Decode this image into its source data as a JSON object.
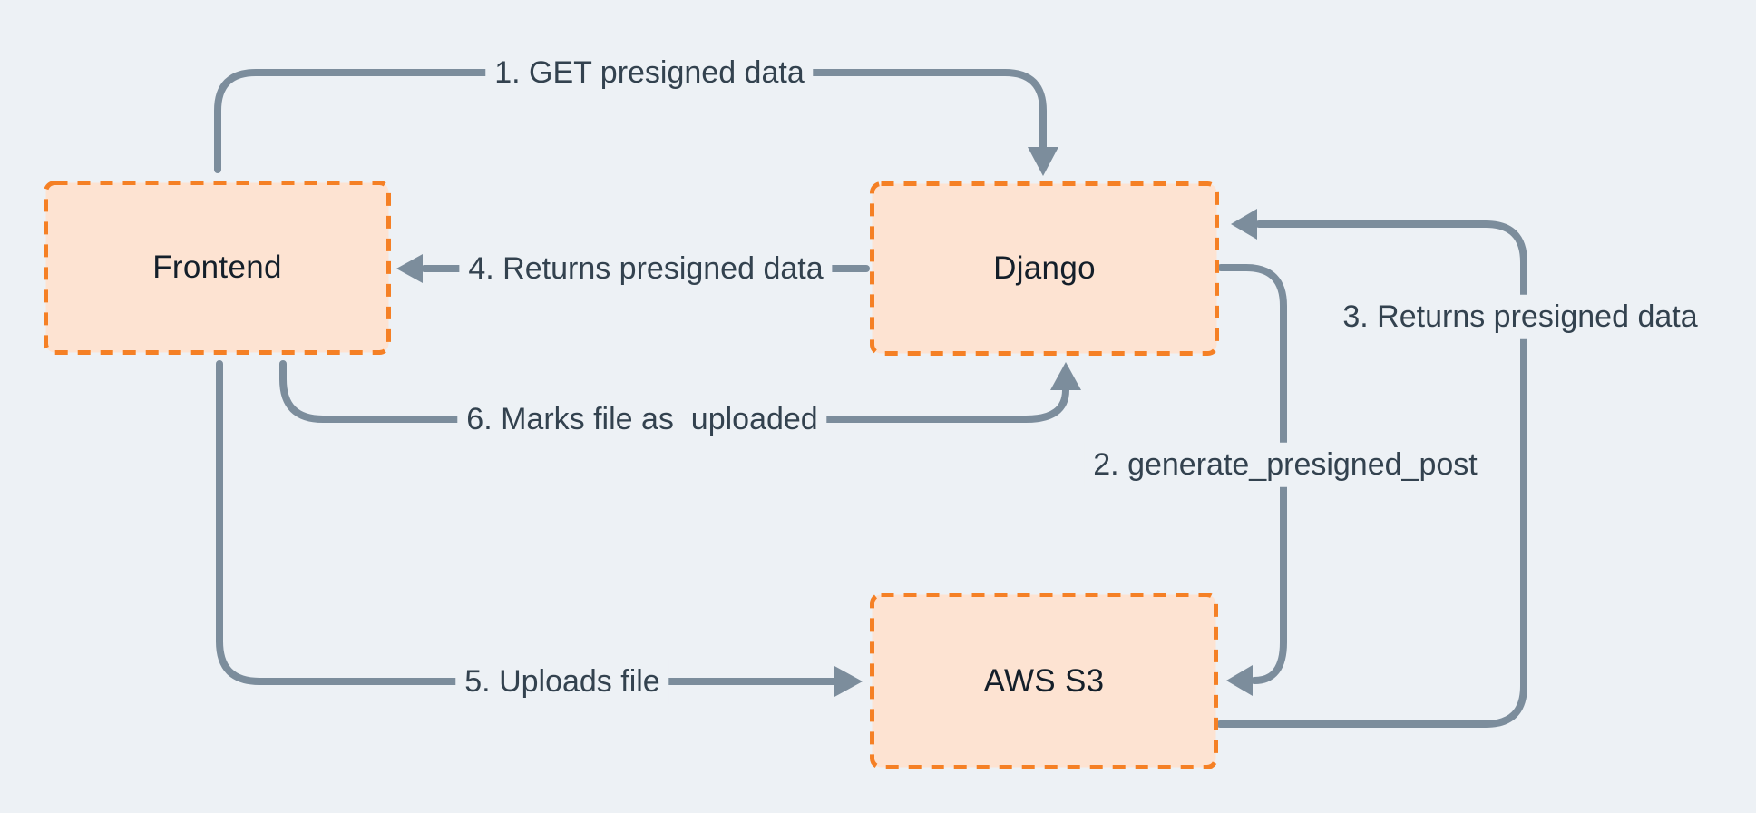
{
  "diagram": {
    "type": "flowchart",
    "colors": {
      "background": "#edf1f5",
      "node_fill": "#fde3d2",
      "node_border": "#f58025",
      "edge": "#7c8d9c",
      "edge_label_text": "#33424f",
      "node_text": "#141f2a"
    },
    "nodes": [
      {
        "id": "frontend",
        "label": "Frontend"
      },
      {
        "id": "django",
        "label": "Django"
      },
      {
        "id": "aws-s3",
        "label": "AWS S3"
      }
    ],
    "edges": [
      {
        "id": "e1",
        "from": "Frontend",
        "to": "Django",
        "label": "1. GET presigned data"
      },
      {
        "id": "e2",
        "from": "Django",
        "to": "AWS S3",
        "label": "2. generate_presigned_post"
      },
      {
        "id": "e3",
        "from": "AWS S3",
        "to": "Django",
        "label": "3. Returns presigned data"
      },
      {
        "id": "e4",
        "from": "Django",
        "to": "Frontend",
        "label": "4. Returns presigned data"
      },
      {
        "id": "e5",
        "from": "Frontend",
        "to": "AWS S3",
        "label": "5. Uploads file"
      },
      {
        "id": "e6",
        "from": "Frontend",
        "to": "Django",
        "label": "6. Marks file as  uploaded"
      }
    ]
  }
}
